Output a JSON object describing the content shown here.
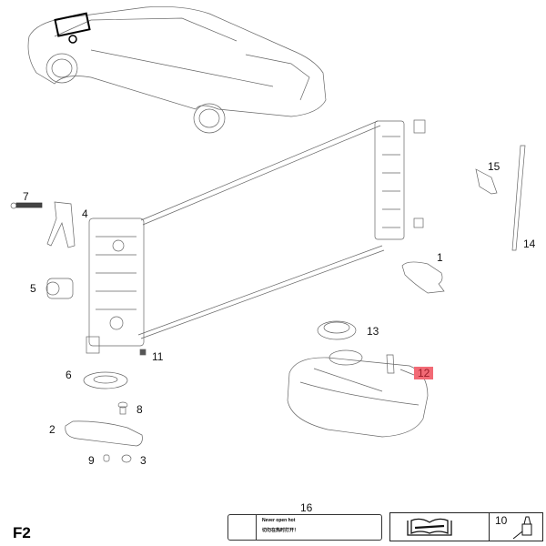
{
  "diagram": {
    "figure_label": "F2",
    "highlight_color": "#f26a75",
    "callouts": [
      {
        "id": "1",
        "label": "1"
      },
      {
        "id": "2",
        "label": "2"
      },
      {
        "id": "3",
        "label": "3"
      },
      {
        "id": "4",
        "label": "4"
      },
      {
        "id": "5",
        "label": "5"
      },
      {
        "id": "6",
        "label": "6"
      },
      {
        "id": "7",
        "label": "7"
      },
      {
        "id": "8",
        "label": "8"
      },
      {
        "id": "9",
        "label": "9"
      },
      {
        "id": "10",
        "label": "10"
      },
      {
        "id": "11",
        "label": "11"
      },
      {
        "id": "12",
        "label": "12",
        "highlighted": true
      },
      {
        "id": "13",
        "label": "13"
      },
      {
        "id": "14",
        "label": "14"
      },
      {
        "id": "15",
        "label": "15"
      },
      {
        "id": "16",
        "label": "16"
      }
    ],
    "warning_label": {
      "text_en": "Never open hot",
      "text_cn": "切勿在热时打开！"
    }
  }
}
